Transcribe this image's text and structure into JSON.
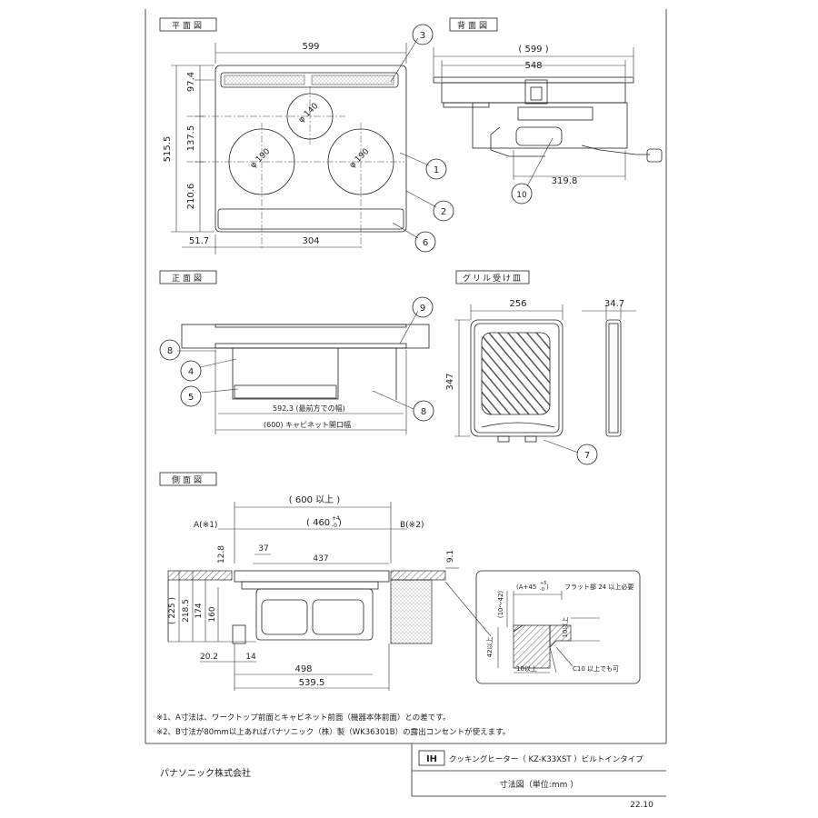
{
  "sections": {
    "plan": "平面図",
    "back": "背面図",
    "front": "正面図",
    "grill": "グリル受け皿",
    "side": "側面図"
  },
  "plan": {
    "width": "599",
    "height": "515.5",
    "d1": "97.4",
    "d2": "137.5",
    "d3": "210.6",
    "left": "51.7",
    "spacing": "304",
    "phi_small": "φ 140",
    "phi_left": "φ 190",
    "phi_right": "φ 190"
  },
  "back": {
    "outer": "( 599 )",
    "inner": "548",
    "offset": "319.8"
  },
  "front": {
    "front_width": "592.3 (最前方での幅)",
    "cabinet": "(600) キャビネット開口幅"
  },
  "grill": {
    "width": "256",
    "depth": "347",
    "side": "34.7"
  },
  "side": {
    "min600": "( 600 以上 )",
    "cut460": "( 460 ",
    "tol_plus": "+4",
    "tol_minus": "-0",
    "cut_close": " )",
    "a_label": "A(※1)",
    "b_label": "B(※2)",
    "d12_8": "12.8",
    "d37": "37",
    "d437": "437",
    "d9_1": "9.1",
    "h225": "( 225 )",
    "h218_5": "218.5",
    "h174": "174",
    "h160": "160",
    "d20_2": "20.2",
    "d14": "14",
    "d498": "498",
    "d539_5": "539.5"
  },
  "detail": {
    "a45": "(A+45 ",
    "a45_tol_p": "+5",
    "a45_tol_m": "-0",
    "a45_close": ")",
    "flat": "フラット部 24 以上必要",
    "r10_42": "(10～42)",
    "r42": "42以上",
    "r10v": "10以上",
    "r10h": "10以上",
    "c10": "C10 以上でも可"
  },
  "callouts": [
    "1",
    "2",
    "3",
    "4",
    "5",
    "6",
    "7",
    "8",
    "8",
    "9",
    "10"
  ],
  "notes": {
    "n1": "※1、A寸法は、ワークトップ前面とキャビネット前面（機器本体前面）との差です。",
    "n2": "※2、B寸法が80mm以上あればパナソニック（株）製（WK36301B）の露出コンセントが使えます。"
  },
  "footer": {
    "company": "パナソニック株式会社",
    "ih": "IH",
    "product": "クッキングヒーター（ KZ-K33XST ）ビルトインタイプ",
    "doc": "寸法図（単位:mm ）",
    "date": "22.10"
  }
}
